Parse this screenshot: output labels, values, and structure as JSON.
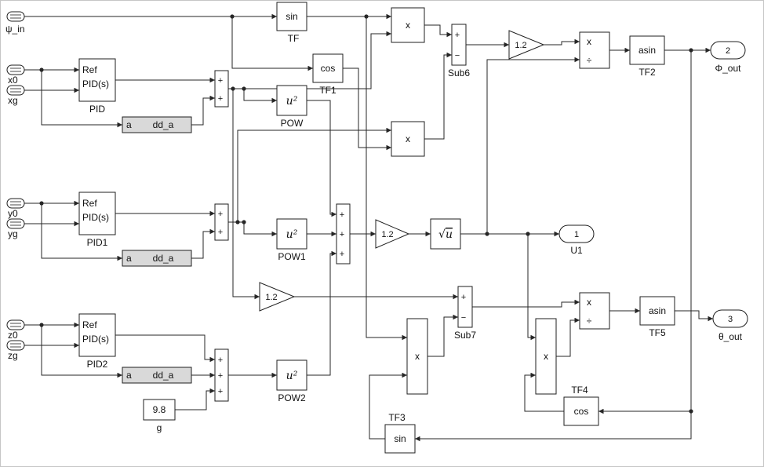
{
  "colors": {
    "wire": "#262626",
    "block_border": "#1f1f1f",
    "block_fill": "#ffffff",
    "subsystem_fill": "#d9d9d9",
    "canvas": "#ffffff"
  },
  "inports": {
    "psi_in": {
      "label": "ψ_in"
    },
    "x0": {
      "label": "x0"
    },
    "xg": {
      "label": "xg"
    },
    "y0": {
      "label": "y0"
    },
    "yg": {
      "label": "yg"
    },
    "z0": {
      "label": "z0"
    },
    "zg": {
      "label": "zg"
    }
  },
  "outports": {
    "u1": {
      "number": "1",
      "label": "U1"
    },
    "phi": {
      "number": "2",
      "label": "Φ_out"
    },
    "theta": {
      "number": "3",
      "label": "θ_out"
    }
  },
  "blocks": {
    "sin_tf": {
      "label": "sin",
      "caption": "TF"
    },
    "cos_tf1": {
      "label": "cos",
      "caption": "TF1"
    },
    "pow": {
      "label": "u²",
      "caption": "POW"
    },
    "pow1": {
      "label": "u²",
      "caption": "POW1"
    },
    "pow2": {
      "label": "u²",
      "caption": "POW2"
    },
    "pid": {
      "port_label": "Ref",
      "name_label": "PID(s)",
      "caption": "PID"
    },
    "pid1": {
      "port_label": "Ref",
      "name_label": "PID(s)",
      "caption": "PID1"
    },
    "pid2": {
      "port_label": "Ref",
      "name_label": "PID(s)",
      "caption": "PID2"
    },
    "dda": {
      "port_label": "a",
      "label": "dd_a"
    },
    "dda1": {
      "port_label": "a",
      "label": "dd_a"
    },
    "dda2": {
      "port_label": "a",
      "label": "dd_a"
    },
    "sum_x": {
      "sign1": "+",
      "sign2": "+"
    },
    "sum_y": {
      "sign1": "+",
      "sign2": "+"
    },
    "sum_z": {
      "sign1": "+",
      "sign2": "+",
      "sign3": "+"
    },
    "sum_sq": {
      "sign1": "+",
      "sign2": "+",
      "sign3": "+"
    },
    "sub6": {
      "sign1": "+",
      "sign2": "−",
      "caption": "Sub6"
    },
    "sub7": {
      "sign1": "+",
      "sign2": "−",
      "caption": "Sub7"
    },
    "mult_top": {
      "label": "x"
    },
    "mult_mid": {
      "label": "x"
    },
    "mult_bl": {
      "label": "x"
    },
    "mult_br": {
      "label": "x"
    },
    "div_phi": {
      "num_sign": "x",
      "den_sign": "÷"
    },
    "div_theta": {
      "num_sign": "x",
      "den_sign": "÷"
    },
    "gain_phi": {
      "label": "1.2"
    },
    "gain_u1": {
      "label": "1.2"
    },
    "gain_theta": {
      "label": "1.2"
    },
    "sqrt": {
      "radical": "√",
      "radicand": "u"
    },
    "asin_phi": {
      "label": "asin",
      "caption": "TF2"
    },
    "asin_theta": {
      "label": "asin",
      "caption": "TF5"
    },
    "sin_tf3": {
      "label": "sin",
      "caption": "TF3"
    },
    "cos_tf4": {
      "label": "cos",
      "caption": "TF4"
    },
    "const_g": {
      "label": "9.8",
      "caption": "g"
    }
  }
}
